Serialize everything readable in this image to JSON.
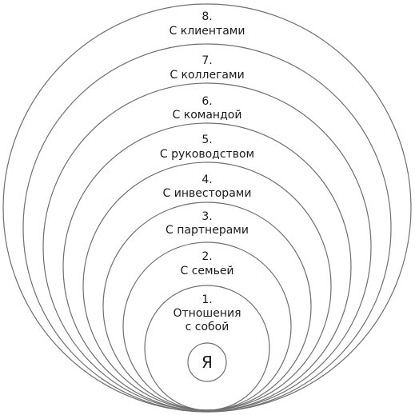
{
  "center": {
    "label": "Я"
  },
  "rings": [
    {
      "number": "1.",
      "lines": [
        "Отношения",
        "с собой"
      ]
    },
    {
      "number": "2.",
      "lines": [
        "С семьей"
      ]
    },
    {
      "number": "3.",
      "lines": [
        "С партнерами"
      ]
    },
    {
      "number": "4.",
      "lines": [
        "С инвесторами"
      ]
    },
    {
      "number": "5.",
      "lines": [
        "С руководством"
      ]
    },
    {
      "number": "6.",
      "lines": [
        "С командой"
      ]
    },
    {
      "number": "7.",
      "lines": [
        "С коллегами"
      ]
    },
    {
      "number": "8.",
      "lines": [
        "С клиентами"
      ]
    }
  ]
}
